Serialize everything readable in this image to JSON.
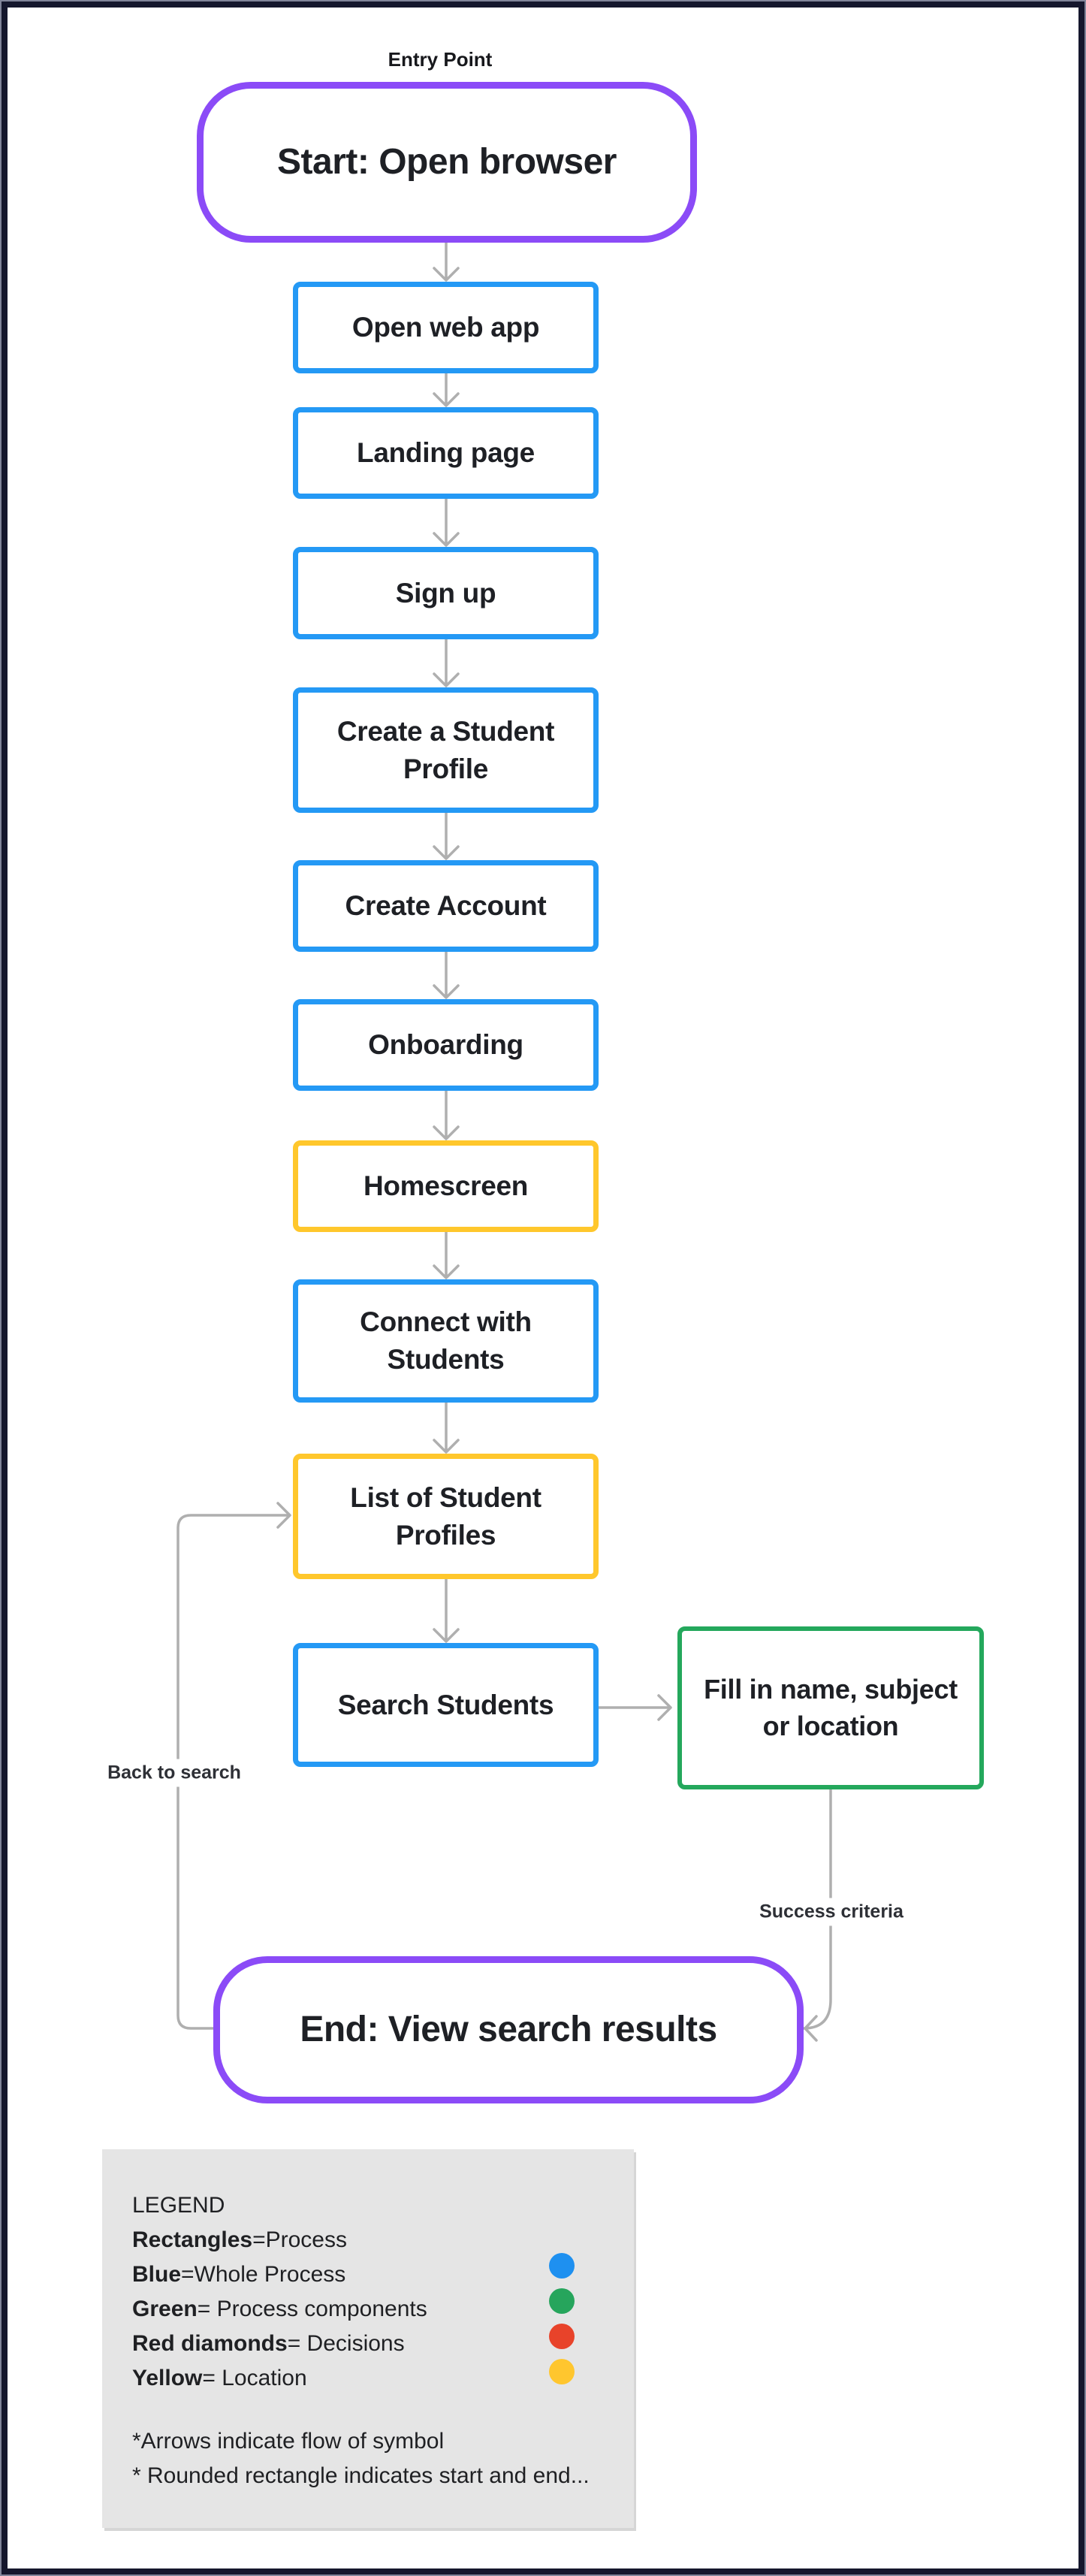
{
  "flowchart": {
    "entry_label": "Entry Point",
    "nodes": {
      "start": {
        "label": "Start: Open browser",
        "type": "terminator"
      },
      "open_web_app": {
        "label": "Open web app",
        "type": "process"
      },
      "landing_page": {
        "label": "Landing page",
        "type": "process"
      },
      "sign_up": {
        "label": "Sign up",
        "type": "process"
      },
      "create_student_profile": {
        "label": "Create a Student Profile",
        "type": "process"
      },
      "create_account": {
        "label": "Create Account",
        "type": "process"
      },
      "onboarding": {
        "label": "Onboarding",
        "type": "process"
      },
      "homescreen": {
        "label": "Homescreen",
        "type": "location"
      },
      "connect_with_students": {
        "label": "Connect with Students",
        "type": "process"
      },
      "list_of_student_profiles": {
        "label": "List of Student Profiles",
        "type": "location"
      },
      "search_students": {
        "label": "Search Students",
        "type": "process"
      },
      "fill_in_name": {
        "label": "Fill in name, subject or location",
        "type": "process-component"
      },
      "end": {
        "label": "End: View search results",
        "type": "terminator"
      }
    },
    "edge_labels": {
      "back_to_search": "Back to search",
      "success_criteria": "Success criteria"
    }
  },
  "legend": {
    "title": "LEGEND",
    "items": [
      {
        "term": "Rectangles",
        "rest": "=Process"
      },
      {
        "term": "Blue",
        "rest": "=Whole Process"
      },
      {
        "term": "Green",
        "rest": "= Process components"
      },
      {
        "term": "Red diamonds",
        "rest": "= Decisions"
      },
      {
        "term": "Yellow",
        "rest": "= Location"
      }
    ],
    "notes": [
      "*Arrows indicate flow of symbol",
      "* Rounded rectangle indicates start and end..."
    ],
    "dots": [
      "#1E90F0",
      "#26A55C",
      "#E8432A",
      "#FFC62E"
    ]
  },
  "colors": {
    "terminator_purple": "#8B4BF7",
    "process_blue": "#2499F5",
    "location_yellow": "#FFC72C",
    "component_green": "#24A85C",
    "connector_gray": "#AFAFAF"
  }
}
